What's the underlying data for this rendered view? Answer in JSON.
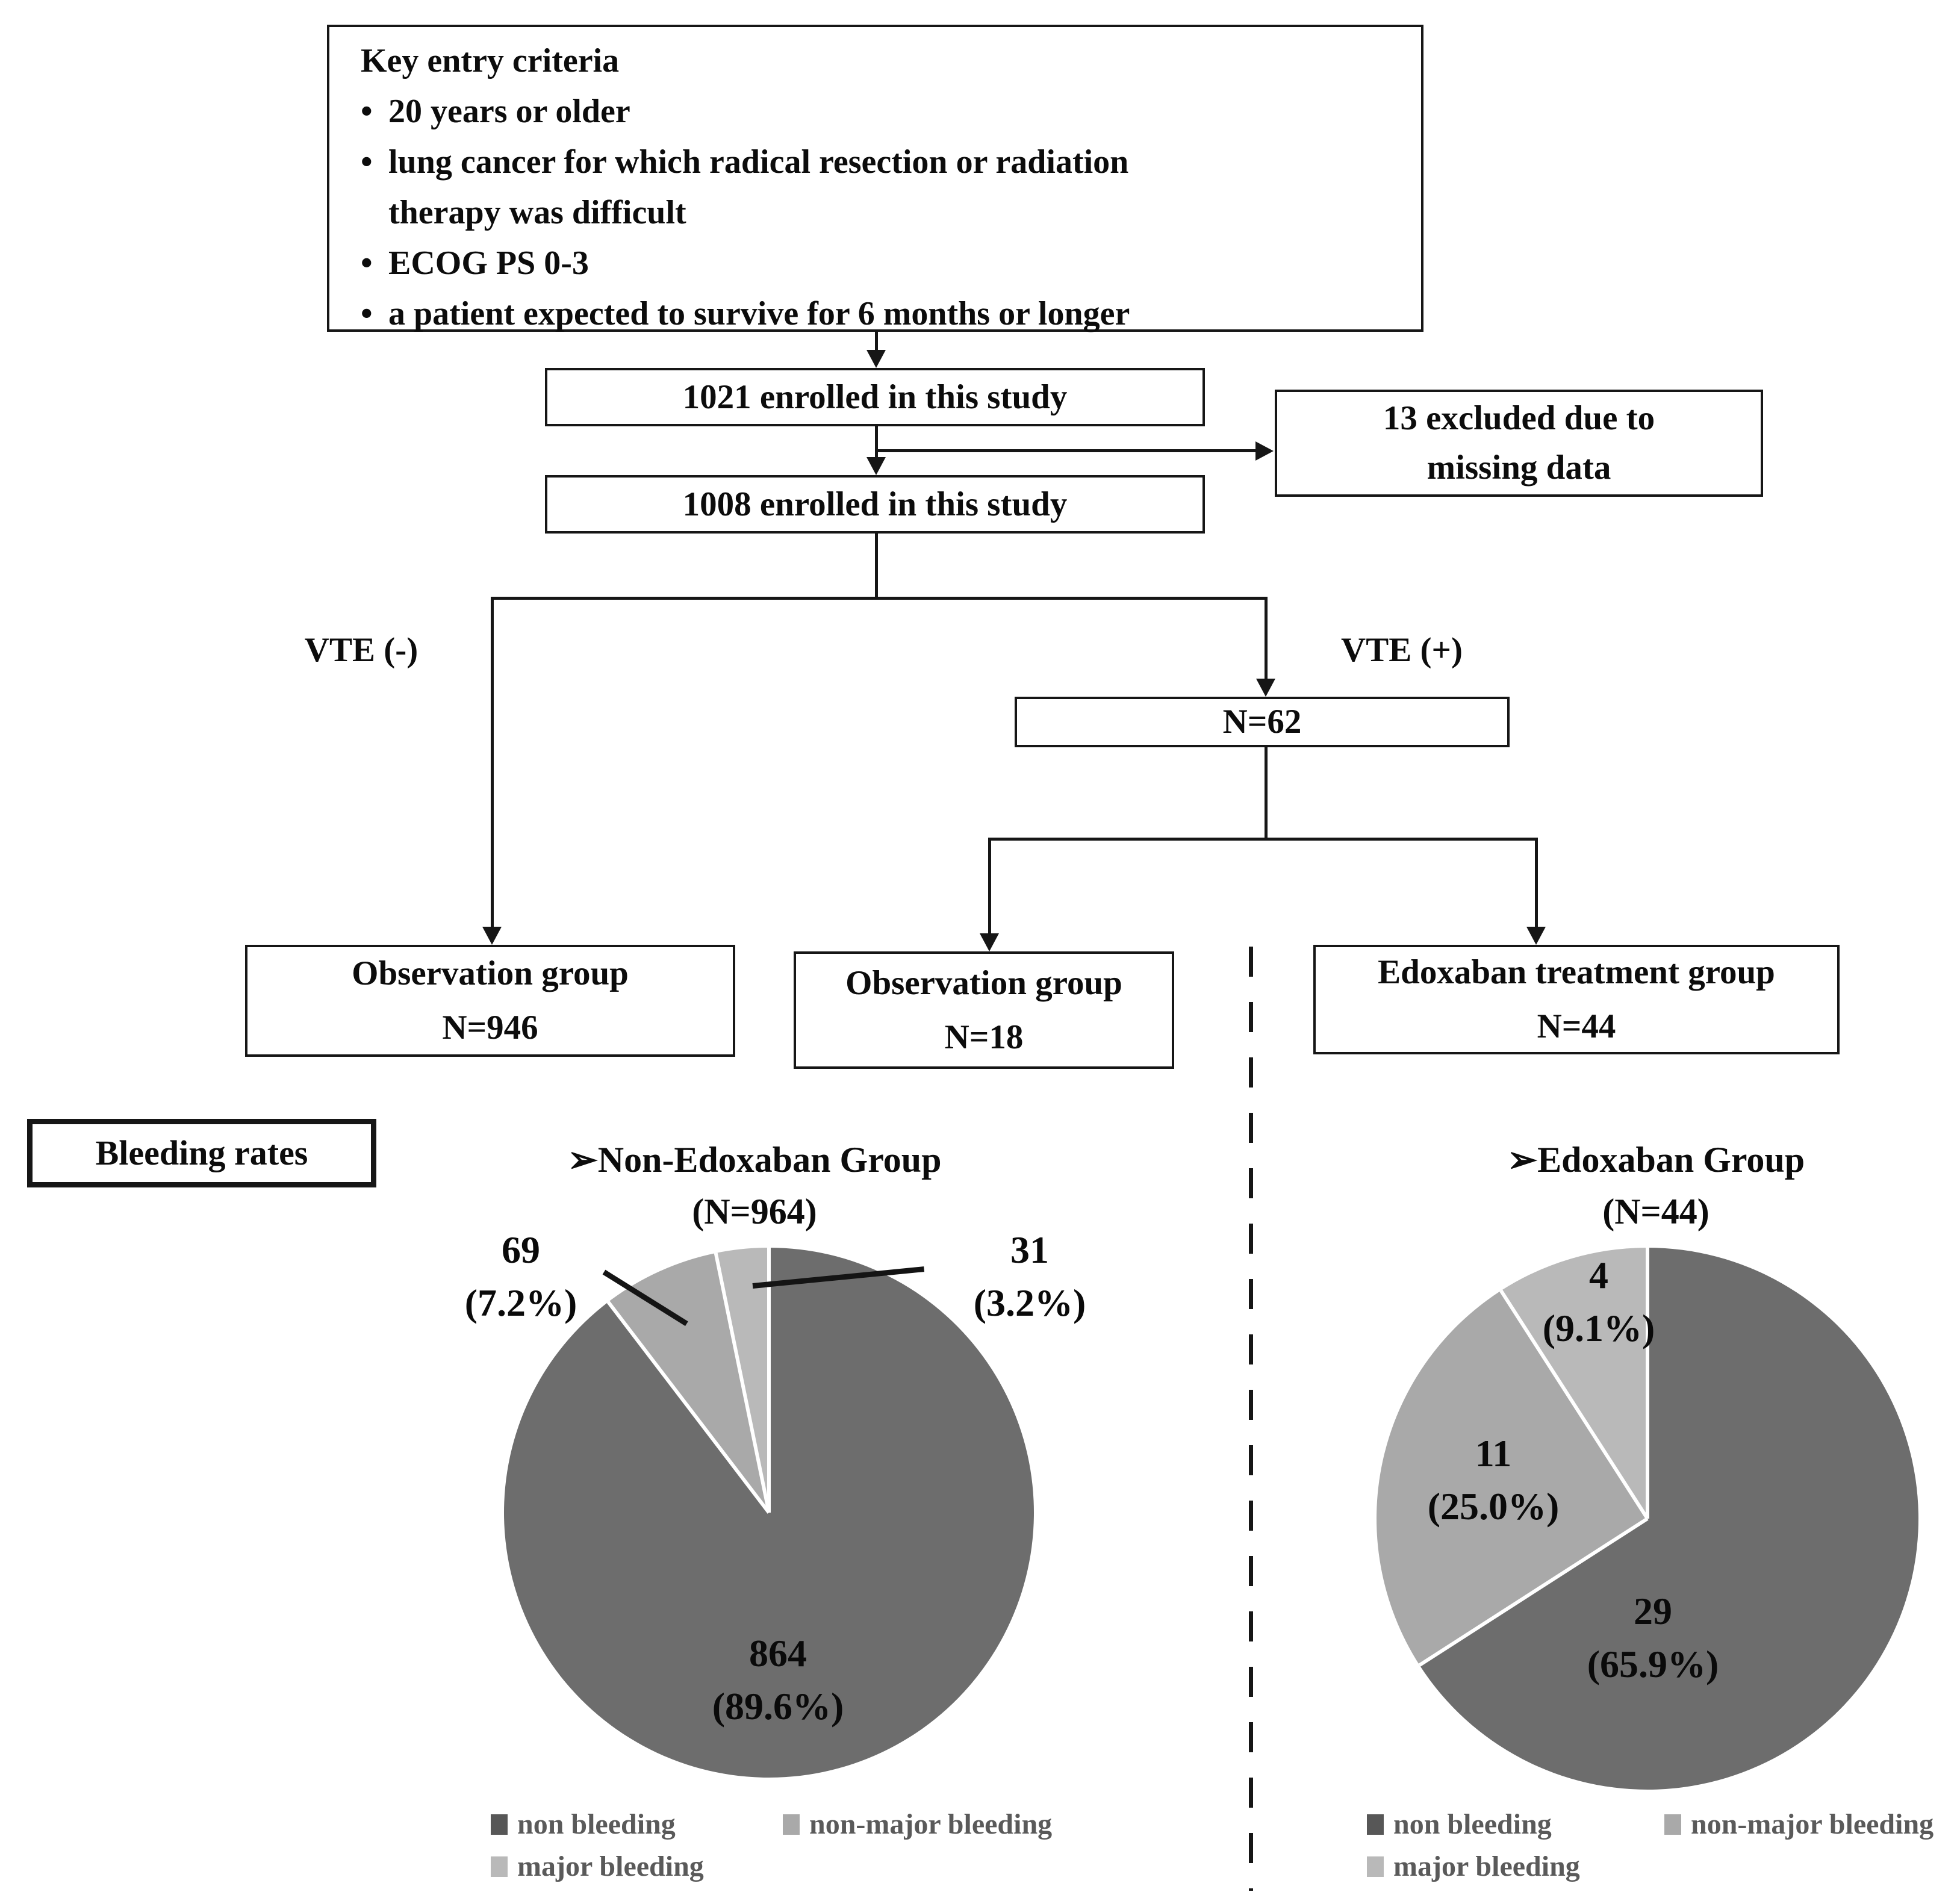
{
  "flowchart": {
    "criteria": {
      "title": "Key entry criteria",
      "bullets": [
        "20 years or older",
        "lung cancer for which radical resection or radiation\ntherapy was difficult",
        "ECOG PS 0-3",
        "a patient expected to survive for 6 months or longer"
      ],
      "bullet_glyph": "•"
    },
    "enrolled_1021": "1021 enrolled in this study",
    "excluded": {
      "line1": "13 excluded due to",
      "line2": "missing data"
    },
    "enrolled_1008": "1008 enrolled in this study",
    "vte_negative": "VTE (-)",
    "vte_positive": "VTE (+)",
    "n62": "N=62",
    "groups": [
      {
        "line1": "Observation group",
        "line2": "N=946"
      },
      {
        "line1": "Observation group",
        "line2": "N=18"
      },
      {
        "line1": "Edoxaban treatment group",
        "line2": "N=44"
      }
    ]
  },
  "bleeding": {
    "section_label": "Bleeding rates"
  },
  "legend": {
    "items": [
      "non bleeding",
      "non-major bleeding",
      "major bleeding"
    ]
  },
  "chart_data": [
    {
      "type": "pie",
      "title": "➢Non-Edoxaban Group",
      "subtitle": "(N=964)",
      "n_total": 964,
      "categories": [
        "non bleeding",
        "non-major bleeding",
        "major bleeding"
      ],
      "values": [
        864,
        69,
        31
      ],
      "percents": [
        89.6,
        7.2,
        3.2
      ],
      "slice_labels": [
        {
          "line1": "864",
          "line2": "(89.6%)"
        },
        {
          "line1": "69",
          "line2": "(7.2%)"
        },
        {
          "line1": "31",
          "line2": "(3.2%)"
        }
      ],
      "legend_position": "bottom"
    },
    {
      "type": "pie",
      "title": "➢Edoxaban Group",
      "subtitle": "(N=44)",
      "n_total": 44,
      "categories": [
        "non bleeding",
        "non-major bleeding",
        "major bleeding"
      ],
      "values": [
        29,
        11,
        4
      ],
      "percents": [
        65.9,
        25.0,
        9.1
      ],
      "slice_labels": [
        {
          "line1": "29",
          "line2": "(65.9%)"
        },
        {
          "line1": "11",
          "line2": "(25.0%)"
        },
        {
          "line1": "4",
          "line2": "(9.1%)"
        }
      ],
      "legend_position": "bottom"
    }
  ],
  "colors": {
    "non_bleeding": "#6d6d6d",
    "non_major_bleeding": "#a9a9a9",
    "major_bleeding": "#b9b9b9",
    "legend_non_bleeding": "#575757",
    "legend_text": "#5a5a5a",
    "line": "#161616",
    "divider": "#ffffff"
  }
}
